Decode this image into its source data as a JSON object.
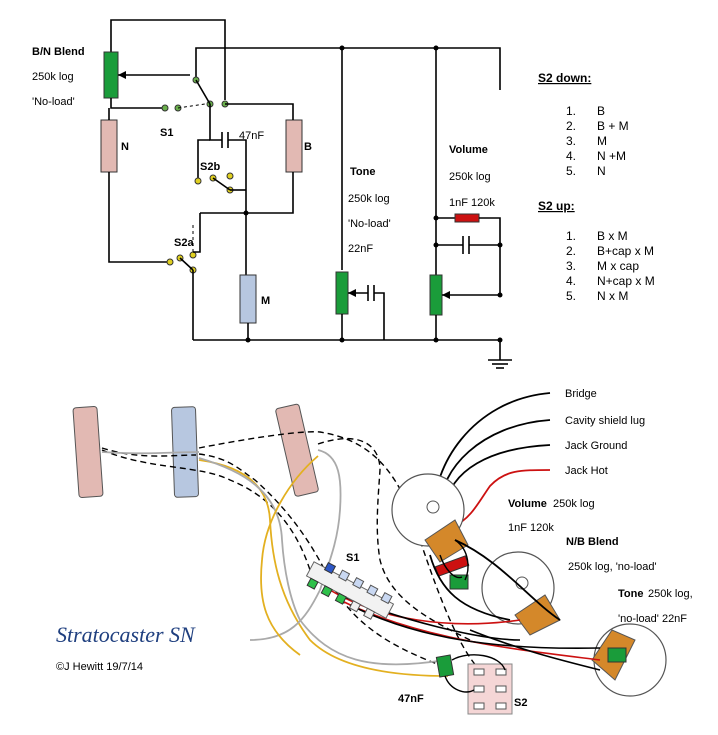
{
  "schematic": {
    "bn_blend": {
      "title": "B/N Blend",
      "value": "250k log",
      "note": "'No-load'"
    },
    "s1": "S1",
    "s2b": "S2b",
    "s2a": "S2a",
    "cap_47": "47nF",
    "pickup_n": "N",
    "pickup_b": "B",
    "pickup_m": "M",
    "tone": {
      "title": "Tone",
      "value": "250k log",
      "note": "'No-load'",
      "cap": "22nF"
    },
    "volume": {
      "title": "Volume",
      "value": "250k log",
      "treble": "1nF 120k"
    }
  },
  "s2_down": {
    "heading": "S2 down:",
    "items": [
      {
        "num": "1.",
        "text": "B"
      },
      {
        "num": "2.",
        "text": "B + M"
      },
      {
        "num": "3.",
        "text": "M"
      },
      {
        "num": "4.",
        "text": "N +M"
      },
      {
        "num": "5.",
        "text": "N"
      }
    ]
  },
  "s2_up": {
    "heading": "S2 up:",
    "items": [
      {
        "num": "1.",
        "text": "B x M"
      },
      {
        "num": "2.",
        "text": "B+cap x M"
      },
      {
        "num": "3.",
        "text": "M x cap"
      },
      {
        "num": "4.",
        "text": "N+cap x M"
      },
      {
        "num": "5.",
        "text": "N x M"
      }
    ]
  },
  "wiring": {
    "bridge": "Bridge",
    "cavity": "Cavity shield lug",
    "jack_ground": "Jack Ground",
    "jack_hot": "Jack Hot",
    "volume_label": "Volume",
    "volume_value": "250k log",
    "treble": "1nF 120k",
    "nb_blend_title": "N/B Blend",
    "nb_blend_value": "250k log, 'no-load'",
    "tone_label": "Tone",
    "tone_value": "250k log,",
    "tone_note": "'no-load'  22nF",
    "s1": "S1",
    "s2": "S2",
    "cap47": "47nF"
  },
  "title": "Stratocaster SN",
  "credit": "©J Hewitt 19/7/14"
}
